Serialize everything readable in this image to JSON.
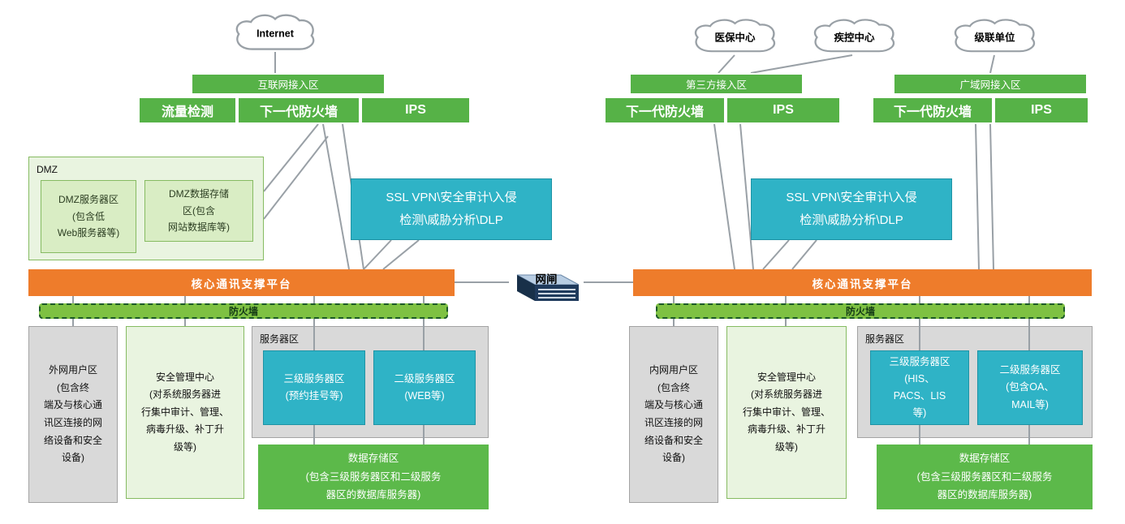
{
  "colors": {
    "green": "#56b247",
    "teal": "#2fb3c6",
    "orange": "#ee7c2b",
    "pale_green": "#e9f4e0",
    "gray": "#d9d9d9",
    "firewall_green": "#7ec142",
    "line_gray": "#99a0a6"
  },
  "left": {
    "cloud": "Internet",
    "access": {
      "title": "互联网接入区",
      "item1": "流量检测",
      "item2": "下一代防火墙",
      "item3": "IPS"
    },
    "dmz": {
      "label": "DMZ",
      "box1": "DMZ服务器区\n(包含低\nWeb服务器等)",
      "box2": "DMZ数据存储\n区(包含\n网站数据库等)"
    },
    "ssl": "SSL VPN\\安全审计\\入侵\n检测\\威胁分析\\DLP",
    "core": "核心通讯支撑平台",
    "firewall": "防火墙",
    "user": "外网用户区\n(包含终\n端及与核心通\n讯区连接的网\n络设备和安全\n设备)",
    "security": "安全管理中心\n(对系统服务器进\n行集中审计、管理、\n病毒升级、补丁升\n级等)",
    "server_zone": {
      "label": "服务器区",
      "tier3": "三级服务器区\n(预约挂号等)",
      "tier2": "二级服务器区\n(WEB等)"
    },
    "storage": "数据存储区\n(包含三级服务器区和二级服务\n器区的数据库服务器)"
  },
  "middle": {
    "gatekeeper": "网闸"
  },
  "right": {
    "cloud1": "医保中心",
    "cloud2": "疾控中心",
    "cloud3": "级联单位",
    "access1": {
      "title": "第三方接入区",
      "item1": "下一代防火墙",
      "item2": "IPS"
    },
    "access2": {
      "title": "广域网接入区",
      "item1": "下一代防火墙",
      "item2": "IPS"
    },
    "ssl": "SSL VPN\\安全审计\\入侵\n检测\\威胁分析\\DLP",
    "core": "核心通讯支撑平台",
    "firewall": "防火墙",
    "user": "内网用户区\n(包含终\n端及与核心通\n讯区连接的网\n络设备和安全\n设备)",
    "security": "安全管理中心\n(对系统服务器进\n行集中审计、管理、\n病毒升级、补丁升\n级等)",
    "server_zone": {
      "label": "服务器区",
      "tier3": "三级服务器区\n(HIS、\nPACS、LIS\n等)",
      "tier2": "二级服务器区\n(包含OA、\nMAIL等)"
    },
    "storage": "数据存储区\n(包含三级服务器区和二级服务\n器区的数据库服务器)"
  }
}
